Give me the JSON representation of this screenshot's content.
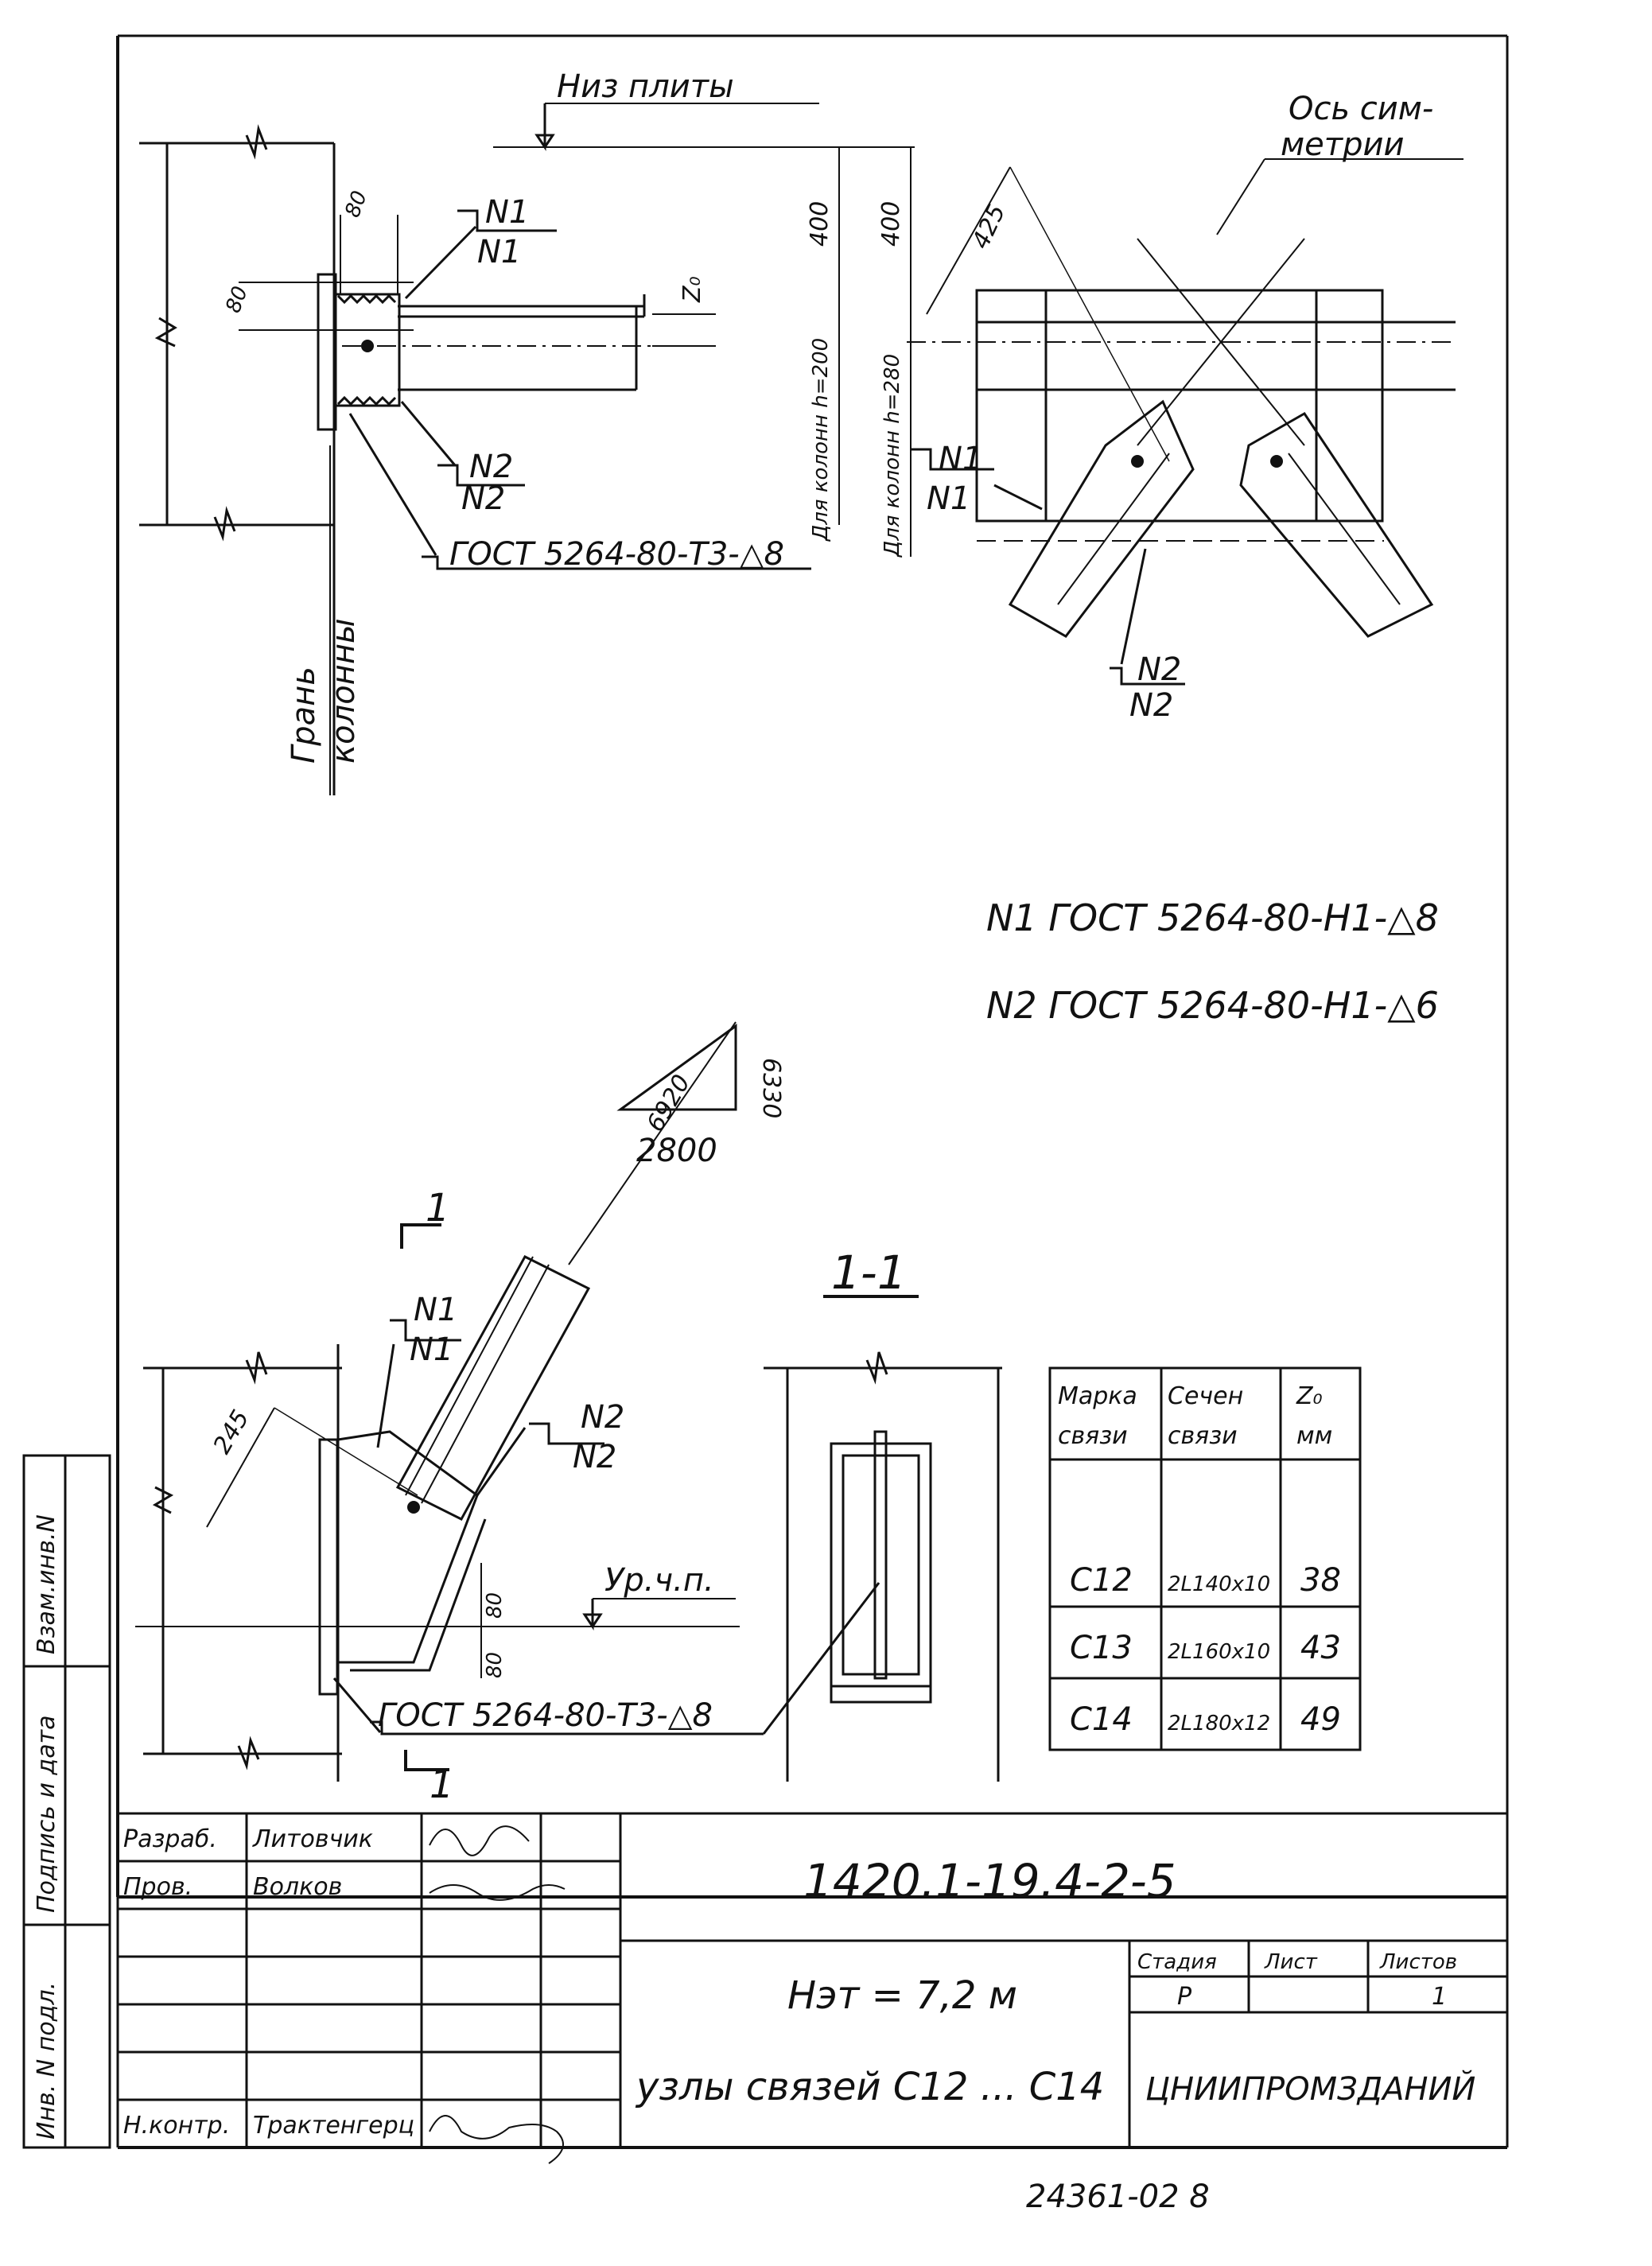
{
  "labels": {
    "niz_plity": "Низ плиты",
    "os_simmetrii_1": "Ось сим-",
    "os_simmetrii_2": "метрии",
    "gran_kolonny_1": "Грань",
    "gran_kolonny_2": "колонны",
    "dim_80_top": "80",
    "dim_80_left": "80",
    "dim_400_a": "400",
    "dim_400_b": "400",
    "dim_425": "425",
    "dim_z0": "Z₀",
    "dim_h_200": "Для колонн h=200",
    "dim_h_280": "Для колонн h=280",
    "weld_n1_top": "N1",
    "weld_n1_bot": "N1",
    "weld_n2_top": "N2",
    "weld_n2_bot": "N2",
    "weld_n1_right_top": "N1",
    "weld_n1_right_bot": "N1",
    "weld_n2_right_top": "N2",
    "weld_n2_right_bot": "N2",
    "gost_top": "ГОСТ 5264-80-Т3-△8",
    "note_n1": "N1 ГОСТ 5264-80-Н1-△8",
    "note_n2": "N2 ГОСТ 5264-80-Н1-△6",
    "slope_6920": "6920",
    "slope_6330": "6330",
    "slope_2800": "2800",
    "section_mark_top": "1",
    "section_mark_bot": "1",
    "section_title": "1-1",
    "weld_n1_low_top": "N1",
    "weld_n1_low_bot": "N1",
    "weld_n2_low_top": "N2",
    "weld_n2_low_bot": "N2",
    "dim_245": "245",
    "dim_80_low": "80",
    "dim_80_low2": "80",
    "level_label": "Ур.ч.п.",
    "gost_bottom": "ГОСТ 5264-80-Т3-△8"
  },
  "table": {
    "headers": [
      [
        "Марка",
        "связи"
      ],
      [
        "Сечен",
        "связи"
      ],
      [
        "Z₀",
        "мм"
      ]
    ],
    "rows": [
      [
        "С12",
        "2L140х10",
        "38"
      ],
      [
        "С13",
        "2L160х10",
        "43"
      ],
      [
        "С14",
        "2L180х12",
        "49"
      ]
    ]
  },
  "side_stamp": [
    "Инв. N подл.",
    "Подпись и дата",
    "Взам.инв.N"
  ],
  "title_block": {
    "roles": [
      "Разраб.",
      "Пров.",
      "",
      "",
      "",
      "",
      "Н.контр."
    ],
    "names": [
      "Литовчик",
      "Волков",
      "",
      "",
      "",
      "",
      "Трактенгерц"
    ],
    "code": "1420.1-19.4-2-5",
    "desc_line1": "Нэт = 7,2 м",
    "desc_line2": "узлы связей С12 ... С14",
    "stage_header": "Стадия",
    "sheet_header": "Лист",
    "sheets_header": "Листов",
    "stage": "Р",
    "sheet": "",
    "sheets": "1",
    "org": "ЦНИИПРОМЗДАНИЙ",
    "archive_number": "24361-02 8"
  }
}
